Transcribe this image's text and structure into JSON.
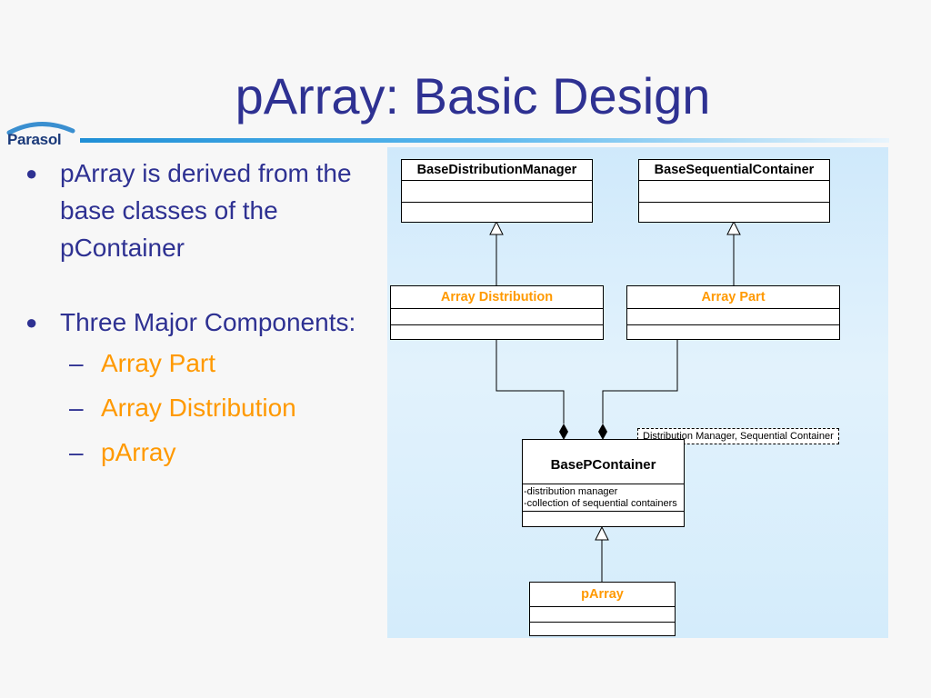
{
  "slide": {
    "title": "pArray: Basic Design",
    "logo_text": "Parasol"
  },
  "bullets": [
    {
      "text": "pArray is derived from the base classes of the pContainer"
    },
    {
      "text": "Three Major Components:"
    }
  ],
  "sub_items": [
    "Array Part",
    "Array Distribution",
    "pArray"
  ],
  "diagram": {
    "classes": {
      "base_dist_manager": "BaseDistributionManager",
      "base_seq_container": "BaseSequentialContainer",
      "array_distribution": "Array Distribution",
      "array_part": "Array Part",
      "base_pcontainer": "BasePContainer",
      "base_pcontainer_attr1": "-distribution manager",
      "base_pcontainer_attr2": "-collection of sequential containers",
      "parray": "pArray"
    },
    "template_note": "Distribution Manager, Sequential Container"
  },
  "colors": {
    "title": "#2e3192",
    "accent": "#ff9900",
    "diagram_bg": "#d4ecfb"
  }
}
